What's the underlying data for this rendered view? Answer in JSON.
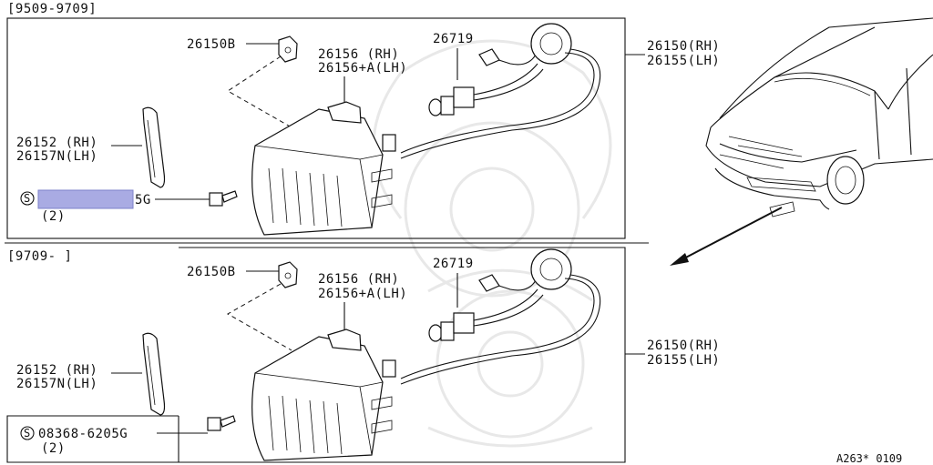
{
  "top_section": {
    "date_range": "[9509-9709]",
    "label_bracket": "26150B",
    "label_housing_rh": "26156  (RH)",
    "label_housing_lh": "26156+A(LH)",
    "label_bulb": "26719",
    "label_assembly_rh": "26150(RH)",
    "label_assembly_lh": "26155(LH)",
    "label_garnish_rh": "26152 (RH)",
    "label_garnish_lh": "26157N(LH)",
    "screw_code_suffix": "5G",
    "screw_qty": "(2)",
    "screw_symbol": "S",
    "redaction_color": "#a9abe3"
  },
  "bottom_section": {
    "date_range": "[9709-    ]",
    "label_bracket": "26150B",
    "label_housing_rh": "26156  (RH)",
    "label_housing_lh": "26156+A(LH)",
    "label_bulb": "26719",
    "label_assembly_rh": "26150(RH)",
    "label_assembly_lh": "26155(LH)",
    "label_garnish_rh": "26152 (RH)",
    "label_garnish_lh": "26157N(LH)",
    "screw_code": "08368-6205G",
    "screw_qty": "(2)",
    "screw_symbol": "S"
  },
  "footer": {
    "diagram_code": "A263* 0109"
  }
}
